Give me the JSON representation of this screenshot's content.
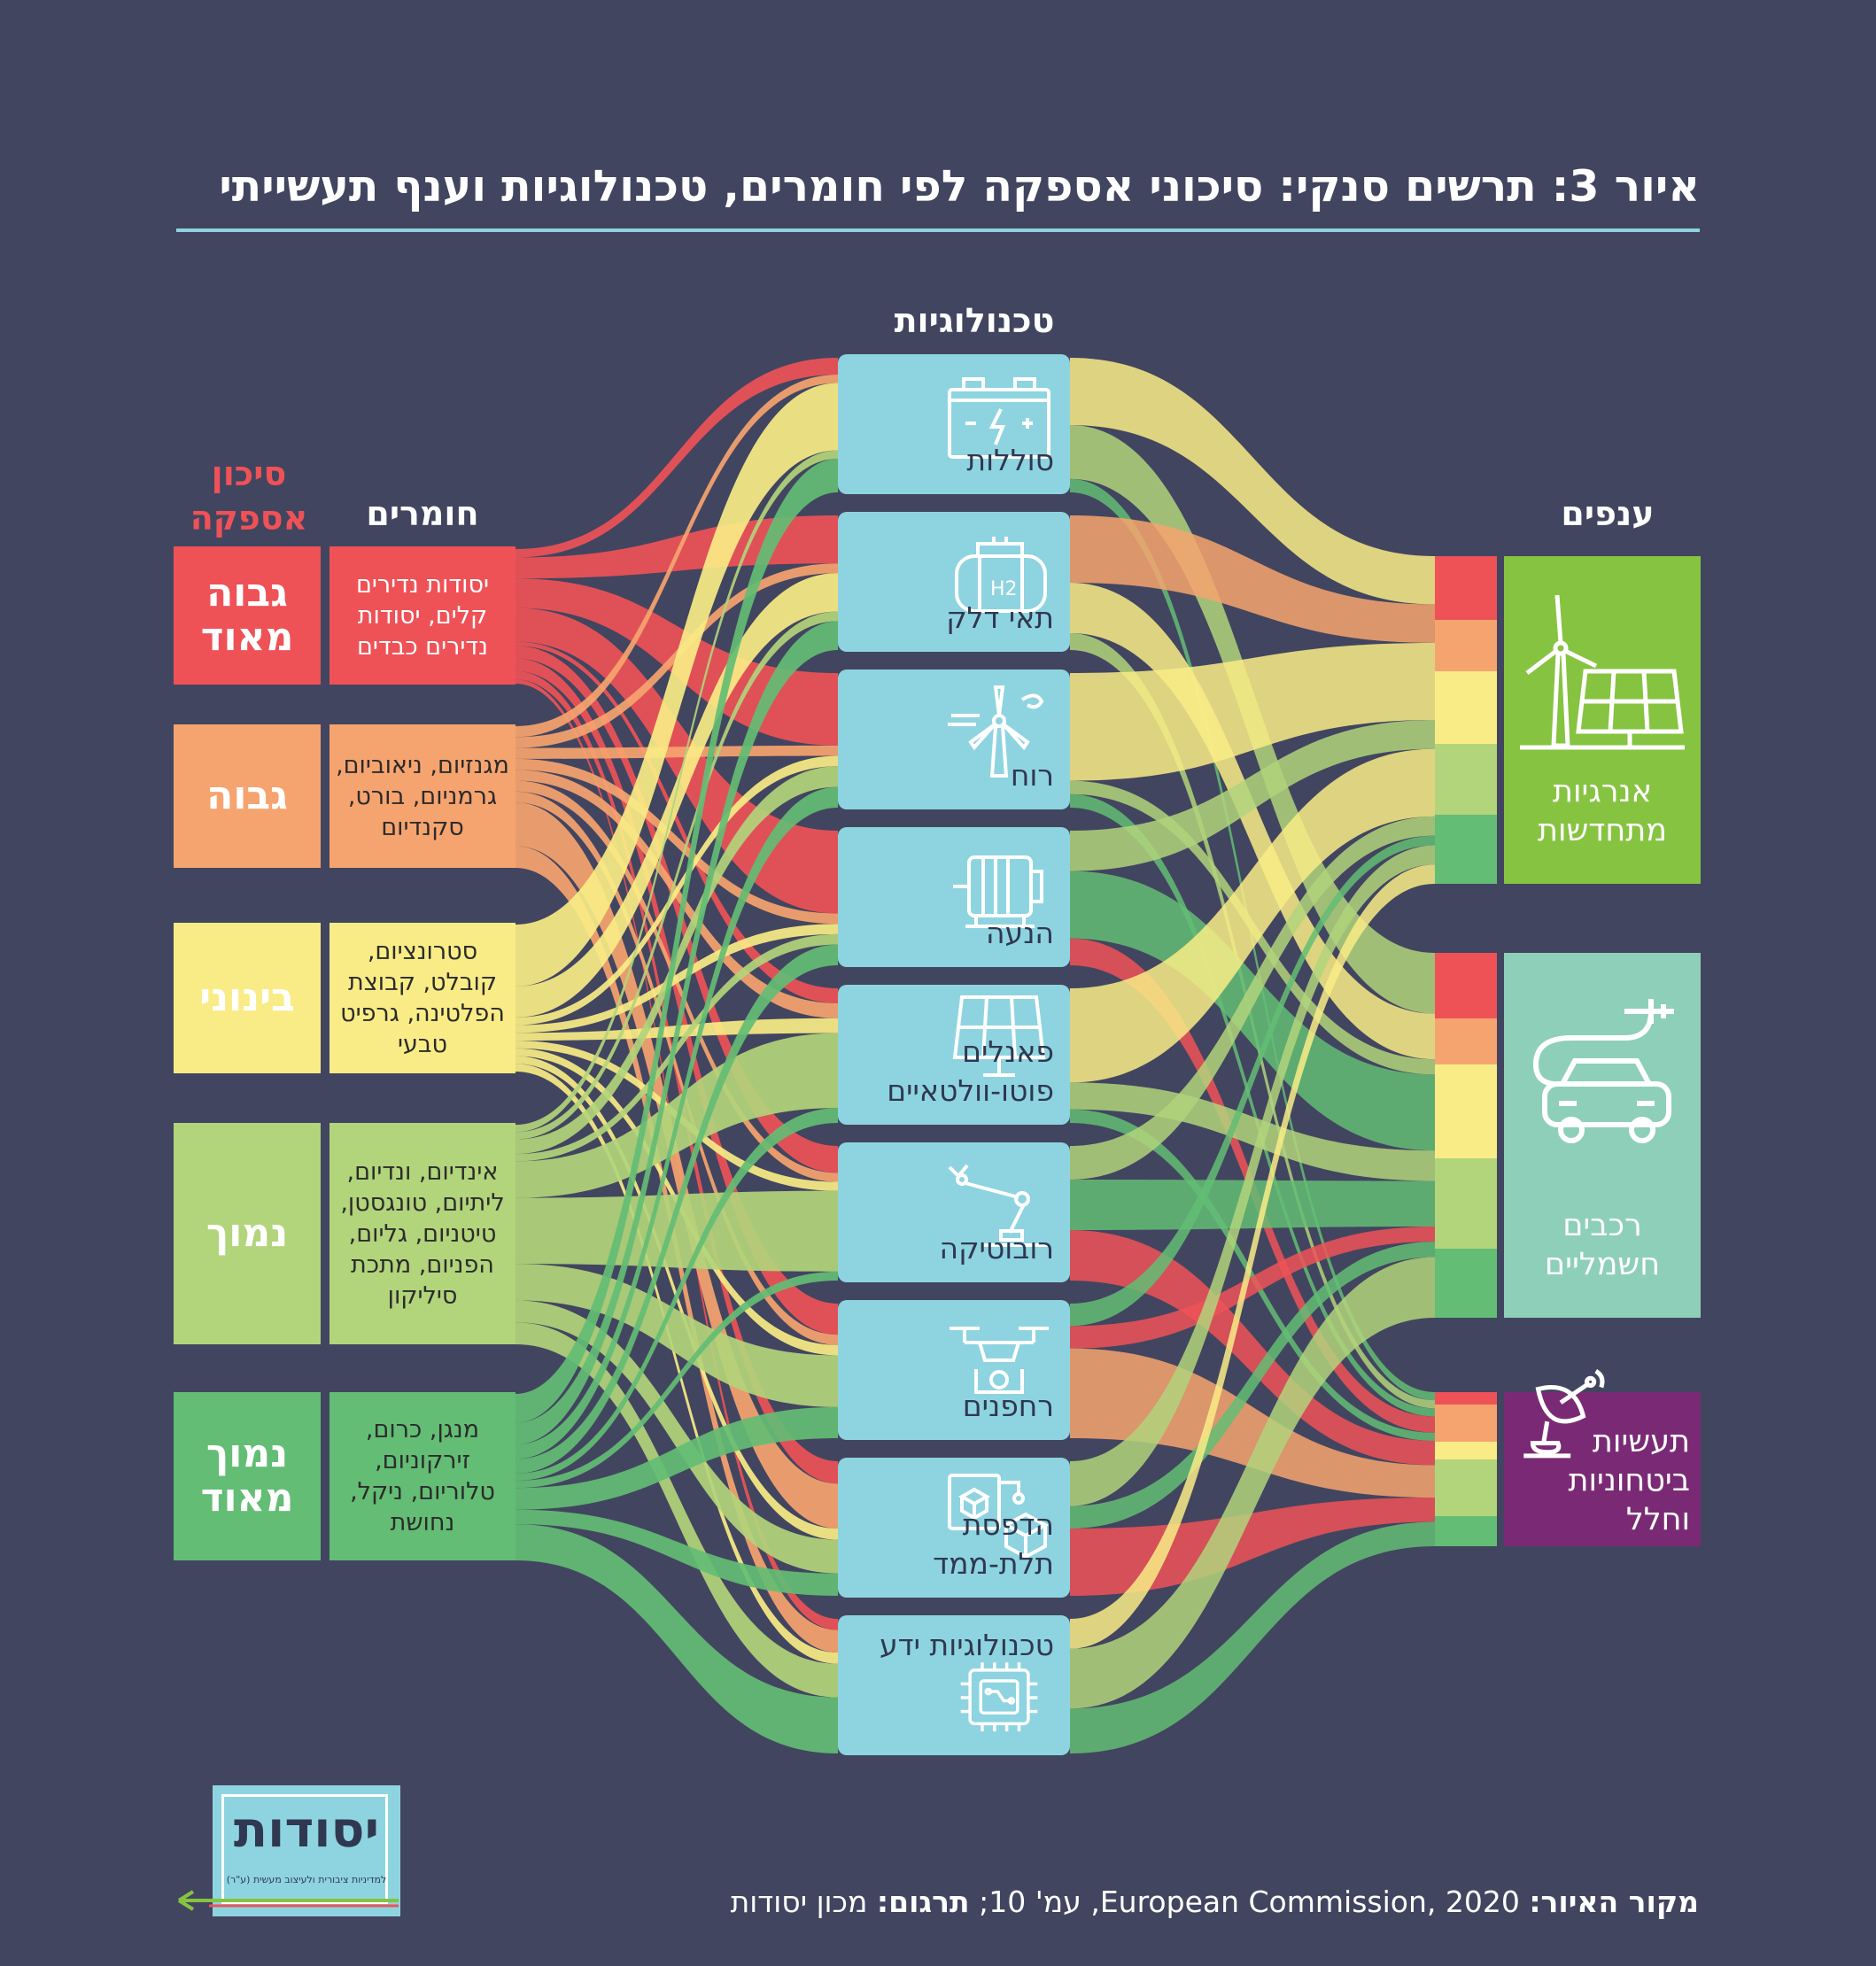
{
  "title": "איור 3: תרשים סנקי: סיכוני אספקה לפי חומרים, טכנולוגיות וענף תעשייתי",
  "headers": {
    "technologies": "טכנולוגיות",
    "materials": "חומרים",
    "risk": "סיכון אספקה",
    "branches": "ענפים"
  },
  "risk_levels": [
    {
      "label": "גבוה מאוד",
      "color": "#ee5257"
    },
    {
      "label": "גבוה",
      "color": "#f6a46f"
    },
    {
      "label": "בינוני",
      "color": "#f9ec86"
    },
    {
      "label": "נמוך",
      "color": "#b2d47b"
    },
    {
      "label": "נמוך מאוד",
      "color": "#63bd74"
    }
  ],
  "materials": [
    "יסודות נדירים קלים, יסודות נדירים כבדים",
    "מגנזיום, ניאוביום, גרמניום, בורט, סקנדיום",
    "סטרונציום, קובלט, קבוצת הפלטינה, גרפיט טבעי",
    "אינדיום, ונדיום, ליתיום, טונגסטן, טיטניום, גליום, הפניום, מתכת סיליקון",
    "מנגן, כרום, זירקוניום, טלוריום, ניקל, נחושת"
  ],
  "technologies": [
    {
      "label": "סוללות",
      "icon": "battery-icon"
    },
    {
      "label": "תאי דלק",
      "icon": "hydrogen-tank-icon"
    },
    {
      "label": "רוח",
      "icon": "wind-turbine-icon"
    },
    {
      "label": "הנעה",
      "icon": "motor-icon"
    },
    {
      "label": "פאנלים פוטו-וולטאיים",
      "icon": "solar-panel-icon"
    },
    {
      "label": "רובוטיקה",
      "icon": "robot-arm-icon"
    },
    {
      "label": "רחפנים",
      "icon": "drone-icon"
    },
    {
      "label": "הדפסת תלת-ממד",
      "icon": "3d-printer-icon"
    },
    {
      "label": "טכנולוגיות ידע",
      "icon": "chip-icon"
    }
  ],
  "industries": [
    {
      "label": "אנרגיות מתחדשות",
      "color": "#86c341",
      "icon": "renewables-icon"
    },
    {
      "label": "רכבים חשמליים",
      "color": "#8ecfb9",
      "icon": "electric-car-icon"
    },
    {
      "label": "תעשיות ביטחוניות וחלל",
      "color": "#7a2a75",
      "icon": "satellite-dish-icon"
    }
  ],
  "footer": {
    "source_label": "מקור האיור:",
    "source": "European Commission, 2020, עמ' 10;",
    "translation_label": "תרגום:",
    "translation": "מכון יסודות"
  },
  "logo": {
    "name": "יסודות",
    "tagline": "למדיניות ציבורית ולעיצוב מעשית (ע\"ר)"
  }
}
